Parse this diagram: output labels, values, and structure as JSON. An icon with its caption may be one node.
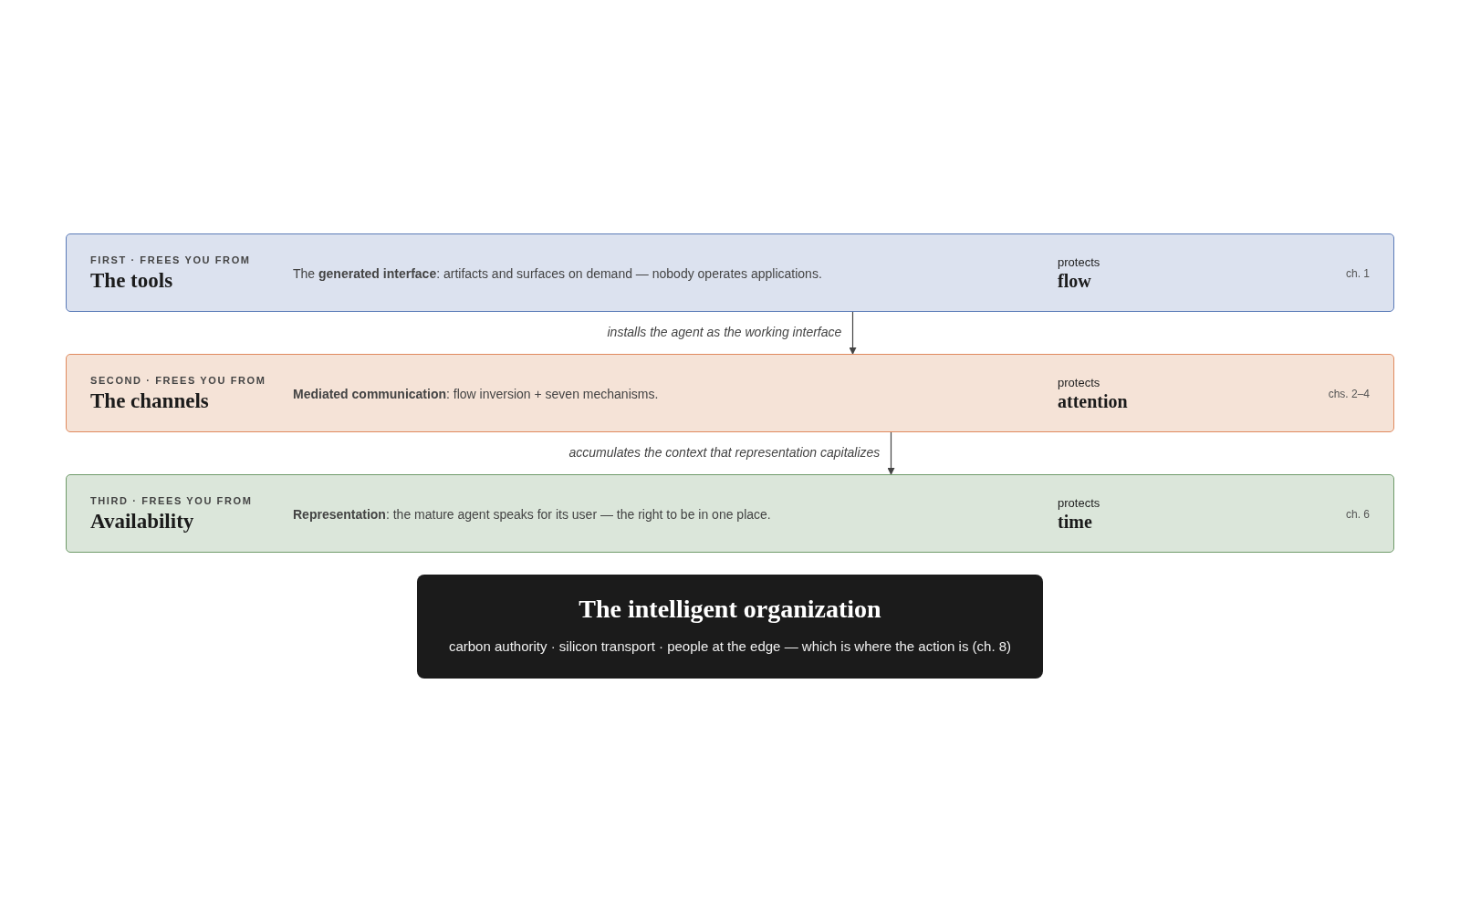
{
  "diagram": {
    "nodes": [
      {
        "text": [
          "FIRST · FREES YOU FROM",
          "The tools",
          "The **generated interface**: artifacts and surfaces on demand — nobody operates applications.",
          "protects",
          "flow",
          "ch. 1"
        ]
      },
      {
        "text": [
          "SECOND · FREES YOU FROM",
          "The channels",
          "**Mediated communication**: flow inversion + seven mechanisms.",
          "protects",
          "attention",
          "chs. 2–4"
        ]
      },
      {
        "text": [
          "THIRD · FREES YOU FROM",
          "Availability",
          "**Representation**: the mature agent speaks for its user — the right to be in one place.",
          "protects",
          "time",
          "ch. 6"
        ]
      },
      {
        "text": [
          "The intelligent organization",
          "carbon authority · silicon transport · people at the edge — which is where the action is (ch. 8)"
        ]
      }
    ],
    "edges": [
      {
        "from": 0,
        "to": 1,
        "arrow": "to",
        "label": "installs the agent as the working interface"
      },
      {
        "from": 1,
        "to": 2,
        "arrow": "to",
        "label": "accumulates the context that representation capitalizes"
      }
    ]
  }
}
